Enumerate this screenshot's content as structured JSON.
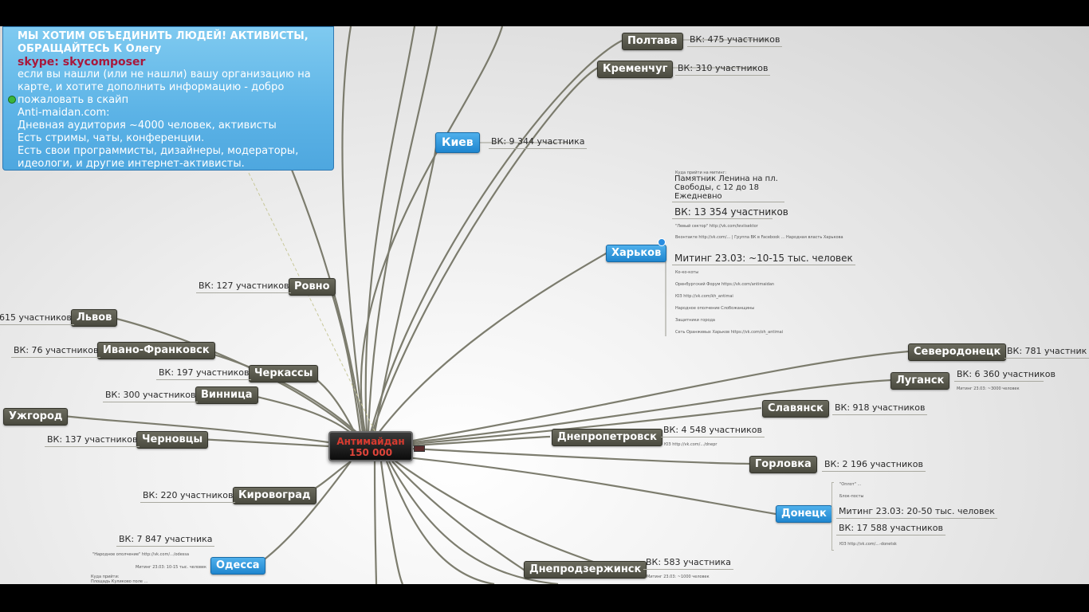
{
  "info": {
    "heading": "МЫ ХОТИМ ОБЪЕДИНИТЬ ЛЮДЕЙ! АКТИВИСТЫ, ОБРАЩАЙТЕСЬ К Олегу",
    "skype": "skype: skycomposer",
    "lines": [
      "если вы нашли (или не нашли) вашу организацию на",
      "карте, и хотите дополнить информацию - добро",
      "пожаловать в скайп",
      "Anti-maidan.com:",
      "Дневная аудитория ~4000 человек, активисты",
      "Есть стримы, чаты, конференции.",
      "Есть свои программисты, дизайнеры, модераторы,",
      "идеологи, и другие интернет-активисты."
    ]
  },
  "center": {
    "title": "Антимайдан",
    "count": "150 000"
  },
  "nodes": {
    "poltava": {
      "name": "Полтава",
      "info": "ВК: 475 участников"
    },
    "kremenchug": {
      "name": "Кременчуг",
      "info": "ВК: 310 участников"
    },
    "kiev": {
      "name": "Киев",
      "info": "ВК: 9 344 участника"
    },
    "kharkov": {
      "name": "Харьков",
      "place_caption": "Куда прийти на митинг:",
      "place": [
        "Памятник Ленина на пл.",
        "Свободы, с 12 до 18",
        "Ежедневно"
      ],
      "vk": "ВК: 13 354 участников",
      "rally": "Митинг 23.03: ~10-15 тыс. человек",
      "small": [
        "\"Левый сектор\" http://vk.com/leviisektor",
        "Вконтакте http://vk.com/... | Группа ВК в Facebook ... Народная власть Харькова",
        "Ко-ко-коты",
        "Оренбургский Форум https://vk.com/antimaidan",
        "ЮЗ http://vk.com/kh_antimai",
        "Народное ополчение Слобожанщины",
        "Защитники города",
        "Сеть Оранжевых Харьков https://vk.com/oh_antimai"
      ]
    },
    "severodonetsk": {
      "name": "Северодонецк",
      "info": "ВК: 781 участник"
    },
    "lugansk": {
      "name": "Луганск",
      "info": "ВК: 6 360 участников",
      "small": "Митинг 23.03: ~3000 человек"
    },
    "slavyansk": {
      "name": "Славянск",
      "info": "ВК: 918 участников"
    },
    "dnepropetrovsk": {
      "name": "Днепропетровск",
      "info": "ВК: 4 548 участников",
      "small": "ЮЗ http://vk.com/.../dnepr"
    },
    "gorlovka": {
      "name": "Горловка",
      "info": "ВК: 2 196 участников"
    },
    "donetsk": {
      "name": "Донецк",
      "rally": "Митинг 23.03: 20-50 тыс. человек",
      "vk": "ВК: 17 588 участников",
      "small": [
        "\"Оплот\" ...",
        "Блок-посты",
        "ЮЗ http://vk.com/...-donetsk"
      ]
    },
    "dneprodzerzhinsk": {
      "name": "Днепродзержинск",
      "info": "ВК: 583 участника",
      "small": "Митинг 23.03: ~1000 человек"
    },
    "odessa": {
      "name": "Одесса",
      "info": "ВК: 7 847 участника",
      "small": [
        "\"Народное ополчение\" http://vk.com/.../odessa",
        "Митинг 23.03: 10-15 тыс. человек",
        "Куда прийти:",
        "Площадь Куликово поле ..."
      ]
    },
    "kirovograd": {
      "name": "Кировоград",
      "info": "ВК: 220 участников"
    },
    "chernovtsy": {
      "name": "Черновцы",
      "info": "ВК: 137 участников"
    },
    "uzhgorod": {
      "name": "Ужгород"
    },
    "vinnitsa": {
      "name": "Винница",
      "info": "ВК: 300 участников"
    },
    "cherkassy": {
      "name": "Черкассы",
      "info": "ВК: 197 участников"
    },
    "ivano_frankovsk": {
      "name": "Ивано-Франковск",
      "info": "ВК: 76 участников"
    },
    "lvov": {
      "name": "Львов",
      "info": "615 участников"
    },
    "rovno": {
      "name": "Ровно",
      "info": "ВК: 127 участников"
    }
  }
}
